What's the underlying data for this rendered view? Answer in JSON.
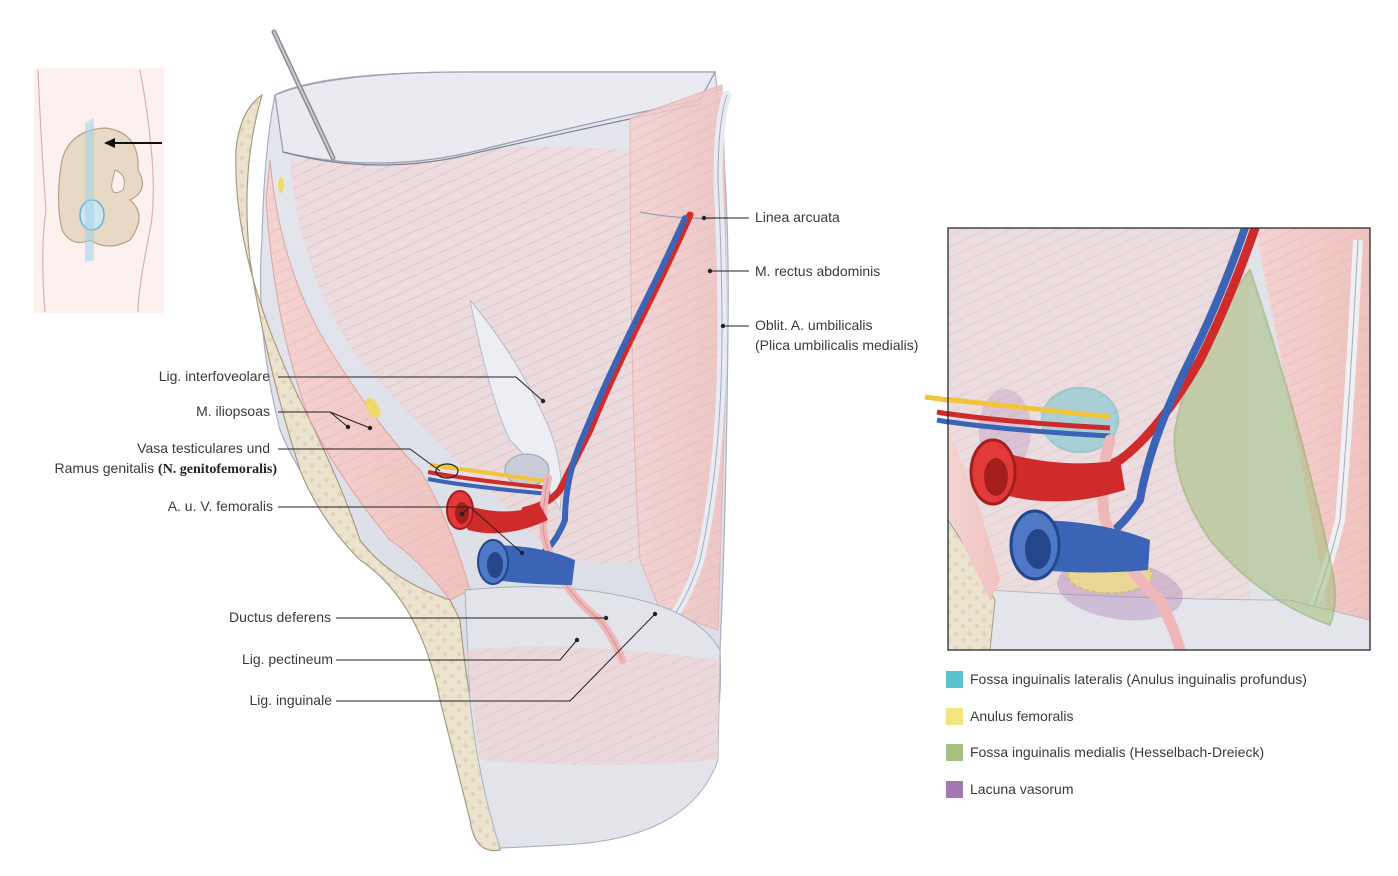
{
  "labels_left": {
    "interfoveolare": "Lig. interfoveolare",
    "iliopsoas": "M. iliopsoas",
    "vasa_line1": "Vasa testiculares und",
    "vasa_line2_prefix": "Ramus genitalis ",
    "vasa_line2_bold": "(N. genitofemoralis)",
    "femoralis": "A. u. V. femoralis",
    "ductus": "Ductus deferens",
    "pectineum": "Lig. pectineum",
    "inguinale": "Lig. inguinale"
  },
  "labels_right": {
    "arcuata": "Linea arcuata",
    "rectus": "M. rectus abdominis",
    "umbilicalis_line1": "Oblit. A. umbilicalis",
    "umbilicalis_line2": "(Plica umbilicalis medialis)"
  },
  "legend": [
    {
      "label": "Fossa inguinalis lateralis (Anulus inguinalis profundus)",
      "color": "#5bc3cf"
    },
    {
      "label": "Anulus femoralis",
      "color": "#f2e57e"
    },
    {
      "label": "Fossa inguinalis medialis (Hesselbach-Dreieck)",
      "color": "#a4bf7e"
    },
    {
      "label": "Lacuna vasorum",
      "color": "#a676b3"
    }
  ],
  "colors": {
    "artery": "#cf2b2b",
    "vein": "#3b64b6",
    "nerve": "#f1c43a",
    "muscle": "#f2c7c4",
    "fascia": "#dcdfe6",
    "bone": "#ebe1cc"
  }
}
